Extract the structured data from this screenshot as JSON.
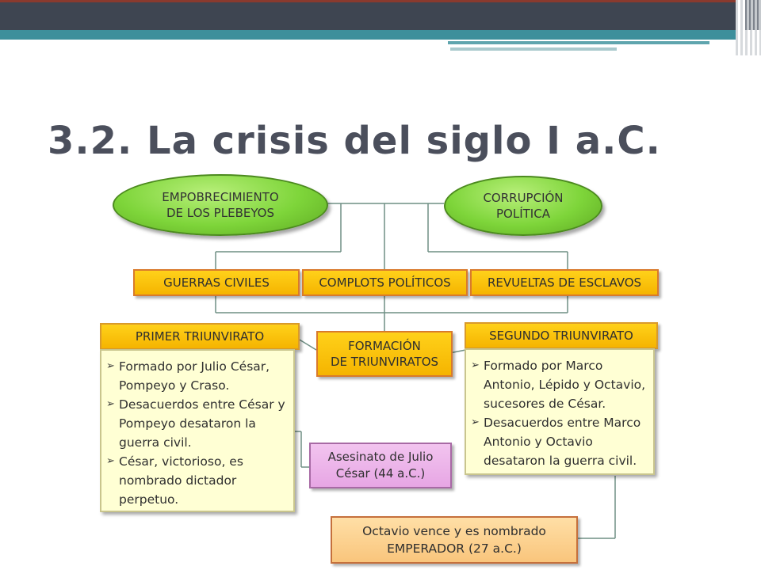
{
  "title": "3.2. La crisis del siglo I a.C.",
  "diagram": {
    "causes_top": [
      {
        "line1": "EMPOBRECIMIENTO",
        "line2": "DE LOS PLEBEYOS"
      },
      {
        "line1": "CORRUPCIÓN",
        "line2": "POLÍTICA"
      }
    ],
    "consequences": [
      "GUERRAS CIVILES",
      "COMPLOTS POLÍTICOS",
      "REVUELTAS DE ESCLAVOS"
    ],
    "center": {
      "line1": "FORMACIÓN",
      "line2": "DE TRIUNVIRATOS"
    },
    "first": {
      "header": "PRIMER TRIUNVIRATO",
      "items": [
        "Formado por Julio César, Pompeyo y Craso.",
        "Desacuerdos entre César y Pompeyo desataron la guerra civil.",
        "César, victorioso, es nombrado dictador perpetuo."
      ]
    },
    "second": {
      "header": "SEGUNDO TRIUNVIRATO",
      "items": [
        "Formado por Marco Antonio, Lépido y Octavio, sucesores de César.",
        "Desacuerdos entre Marco Antonio y Octavio desataron la guerra civil."
      ]
    },
    "assassination": {
      "line1": "Asesinato de Julio",
      "line2": "César (44 a.C.)"
    },
    "emperor": {
      "line1": "Octavio vence y es nombrado",
      "line2": "EMPERADOR (27 a.C.)"
    }
  },
  "colors": {
    "oval_green": "#7ed53a",
    "box_yellow": "#f5b400",
    "panel_cream": "#ffffd4",
    "pink_box": "#e7a6e4",
    "emperor_box": "#f9c57c",
    "title_gray": "#4b4f5c",
    "header_bar": "#3e4551",
    "accent_teal": "#3d8f9b"
  }
}
